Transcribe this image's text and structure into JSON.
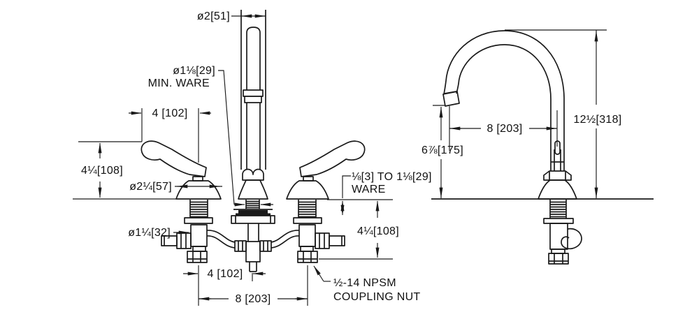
{
  "drawing": {
    "background": "#ffffff",
    "ink": "#1a1a1a"
  },
  "front_view": {
    "labels": {
      "spout_diameter": "ø2[51]",
      "min_ware_line1": "ø1⅛[29]",
      "min_ware_line2": "MIN. WARE",
      "handle_reach": "4 [102]",
      "deck_to_handle_height": "4¼[108]",
      "escutcheon_diameter": "ø2¼[57]",
      "shank_diameter": "ø1¼[32]",
      "ware_thickness_line1": "⅛[3] TO 1⅛[29]",
      "ware_thickness_line2": "WARE",
      "below_deck_height": "4¼[108]",
      "spout_to_handle_spacing": "4 [102]",
      "handle_spacing": "8 [203]",
      "coupling_nut_line1": "½-14 NPSM",
      "coupling_nut_line2": "COUPLING NUT"
    }
  },
  "side_view": {
    "labels": {
      "spout_reach": "8 [203]",
      "outlet_height": "6⅞[175]",
      "overall_height": "12½[318]"
    }
  }
}
